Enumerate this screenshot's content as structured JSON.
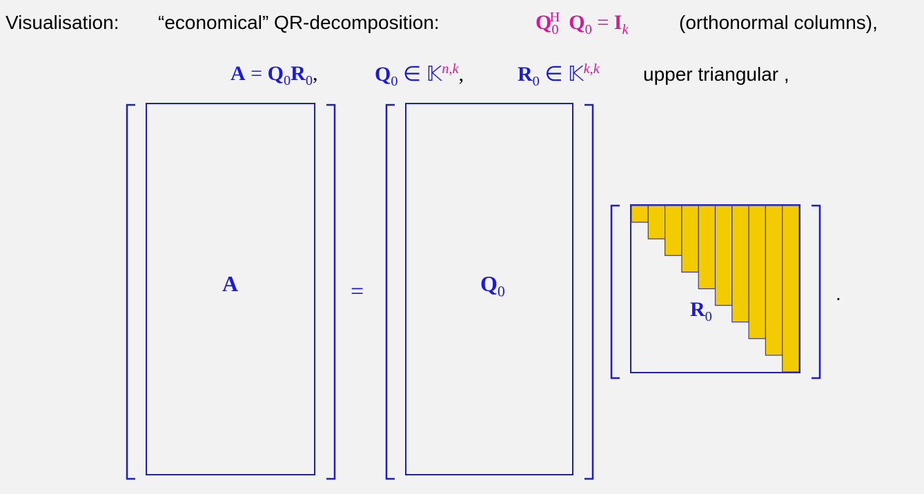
{
  "heading": {
    "label": "Visualisation:",
    "subject": "“economical” QR-decomposition:",
    "ortho_note": "(orthonormal columns),",
    "upper_note": "upper triangular ,"
  },
  "formula1": {
    "Q": "Q",
    "sub0": "0",
    "supH": "H",
    "Q2": "Q",
    "sub02": "0",
    "eq": " = ",
    "I": "I",
    "subk": "k"
  },
  "formula2": {
    "A": "A",
    "eq": " = ",
    "Q": "Q",
    "sub0": "0",
    "R": "R",
    "sub0b": "0",
    "comma1": ",",
    "Q2": "Q",
    "sub02": "0",
    "in1": " ∈ ",
    "K1": "𝕂",
    "sup1": "n,k",
    "comma2": ",",
    "R2": "R",
    "sub03": "0",
    "in2": " ∈ ",
    "K2": "𝕂",
    "sup2": "k,k"
  },
  "diagram": {
    "A_label": "A",
    "equals": "=",
    "Q_label": "Q",
    "Q_sub": "0",
    "R_label": "R",
    "R_sub": "0",
    "period": ".",
    "triangle_steps": 10,
    "colors": {
      "frame": "#1b1bd8",
      "fill": "#f2cc00",
      "cell_edge": "#3a3aa8"
    }
  }
}
